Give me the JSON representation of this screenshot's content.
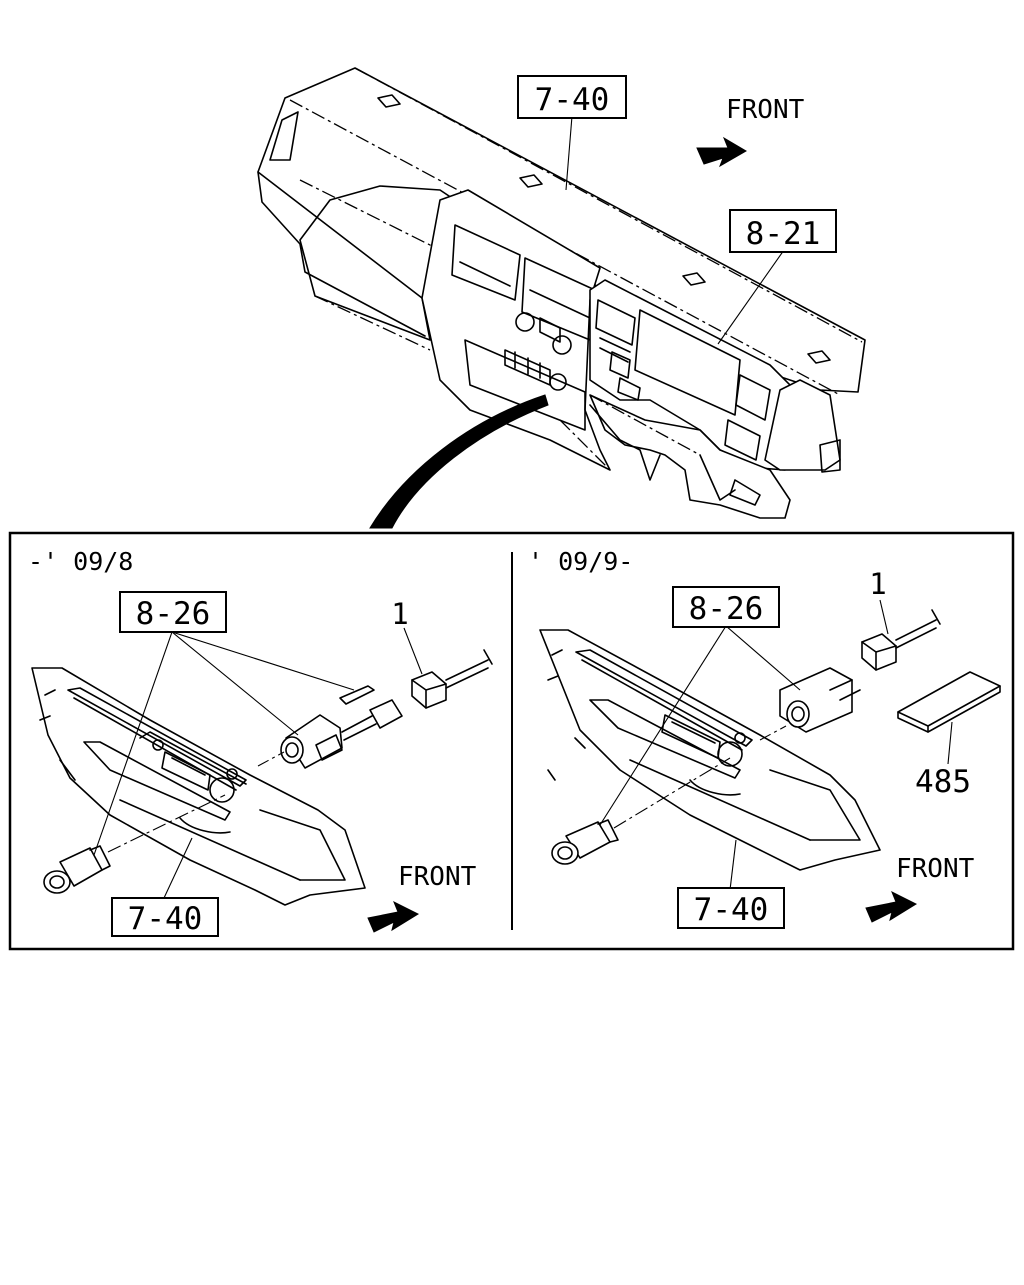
{
  "callouts": {
    "dash_panel_ref": "7-40",
    "meter_ref": "8-21",
    "left_harness_ref": "8-26",
    "left_panel_ref": "7-40",
    "right_harness_ref": "8-26",
    "right_panel_ref": "7-40",
    "left_part_no": "1",
    "right_part_no": "1",
    "label_part_no": "485"
  },
  "direction": {
    "top": "FRONT",
    "left": "FRONT",
    "right": "FRONT"
  },
  "variants": {
    "left": "-' 09/8",
    "right": "' 09/9-"
  }
}
